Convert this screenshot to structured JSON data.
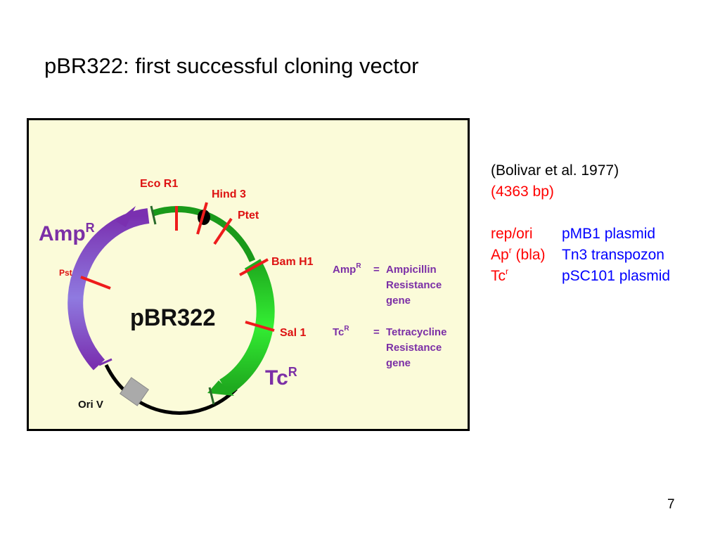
{
  "slide": {
    "title": "pBR322: first successful cloning vector",
    "page_number": "7"
  },
  "diagram": {
    "plasmid_name": "pBR322",
    "amp_label": "Amp",
    "amp_sup": "R",
    "tc_label": "Tc",
    "tc_sup": "R",
    "ori_label": "Ori V",
    "sites": {
      "eco": "Eco R1",
      "hind": "Hind 3",
      "ptet": "Ptet",
      "bam": "Bam H1",
      "sal": "Sal 1",
      "pst": "Pst"
    },
    "legend": {
      "amp_key": "Amp",
      "amp_sup": "R",
      "eq": "=",
      "amp_line1": "Ampicillin",
      "amp_line2": "Resistance",
      "amp_line3": "gene",
      "tc_key": "Tc",
      "tc_sup": "R",
      "tc_line1": "Tetracycline",
      "tc_line2": "Resistance",
      "tc_line3": "gene"
    },
    "colors": {
      "frame_bg": "#fbfbd9",
      "amp_gene": "#7a3fb0",
      "tc_gene": "#22cc22",
      "backbone_green": "#1a9a1a",
      "site_red": "#ee1c1c",
      "label_red": "#dd1111",
      "label_purple": "#7b2fa6"
    }
  },
  "notes": {
    "citation": "(Bolivar et al. 1977)",
    "size": "(4363 bp)",
    "rows": [
      {
        "key": "rep/ori",
        "key_sup": "",
        "key_suffix": "",
        "value": "pMB1 plasmid"
      },
      {
        "key": "Ap",
        "key_sup": "r",
        "key_suffix": " (bla)",
        "value": "Tn3 transpozon"
      },
      {
        "key": "Tc",
        "key_sup": "r",
        "key_suffix": "",
        "value": "pSC101 plasmid"
      }
    ]
  }
}
